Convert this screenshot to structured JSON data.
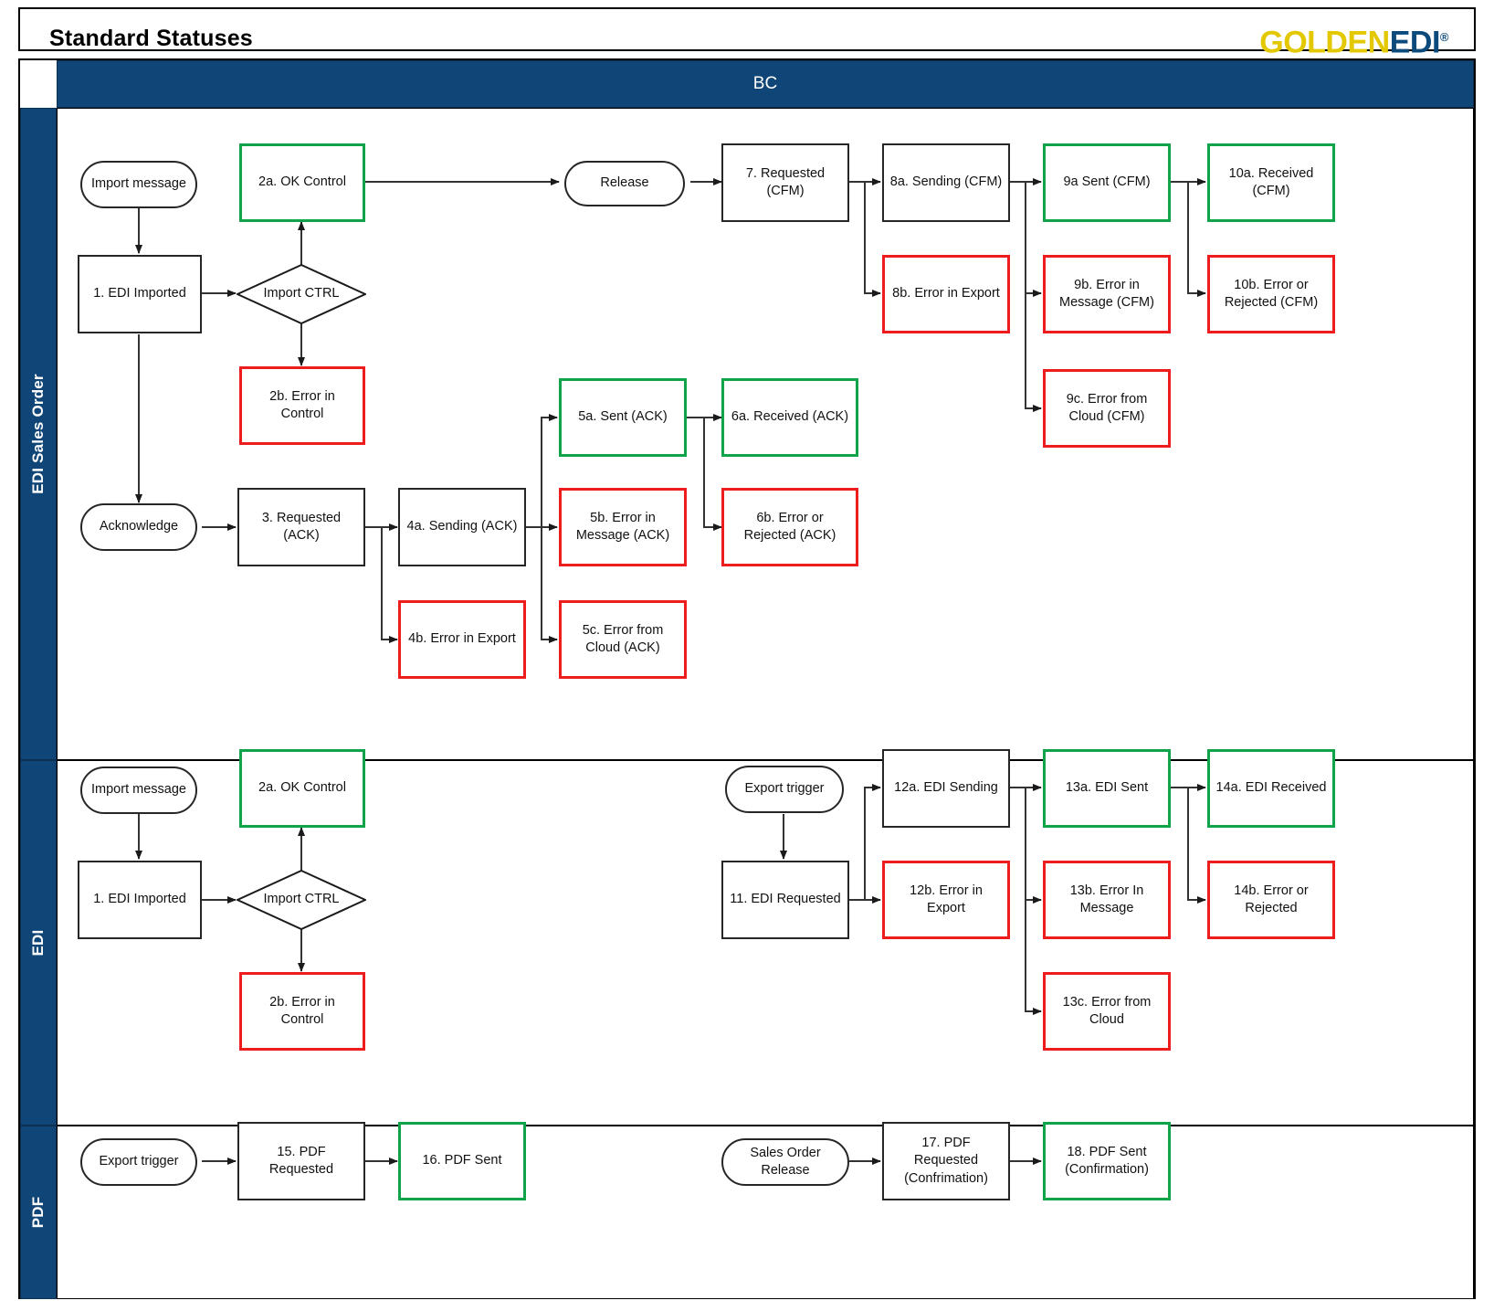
{
  "header": {
    "title": "Standard Statuses",
    "logo": {
      "part1": "GOLDEN",
      "part2": "EDI",
      "trademark": "®"
    }
  },
  "pool": {
    "label": "BC"
  },
  "colors": {
    "lane_blue": "#104577",
    "ok_green": "#0fa44a",
    "error_red": "#ee1c1c",
    "neutral_black": "#262626",
    "brand_gold": "#e3c800",
    "brand_blue": "#0d4a7c"
  },
  "lanes": [
    {
      "id": "edi-sales-order",
      "label": "EDI Sales Order"
    },
    {
      "id": "edi",
      "label": "EDI"
    },
    {
      "id": "pdf",
      "label": "PDF"
    }
  ],
  "nodes": {
    "l1_import_message": "Import message",
    "l1_edi_imported": "1. EDI Imported",
    "l1_import_ctrl": "Import CTRL",
    "l1_ok_control": "2a. OK Control",
    "l1_error_control": "2b. Error in Control",
    "l1_acknowledge": "Acknowledge",
    "l1_requested_ack": "3. Requested (ACK)",
    "l1_sending_ack": "4a. Sending (ACK)",
    "l1_error_export_ack": "4b. Error in Export",
    "l1_sent_ack": "5a. Sent (ACK)",
    "l1_error_message_ack": "5b. Error in Message (ACK)",
    "l1_error_cloud_ack": "5c. Error from Cloud (ACK)",
    "l1_received_ack": "6a. Received (ACK)",
    "l1_error_rejected_ack": "6b. Error or Rejected (ACK)",
    "l1_release": "Release",
    "l1_requested_cfm": "7. Requested (CFM)",
    "l1_sending_cfm": "8a. Sending (CFM)",
    "l1_error_export_cfm": "8b. Error in Export",
    "l1_sent_cfm": "9a Sent (CFM)",
    "l1_error_message_cfm": "9b. Error in Message (CFM)",
    "l1_error_cloud_cfm": "9c. Error from Cloud (CFM)",
    "l1_received_cfm": "10a. Received (CFM)",
    "l1_error_rejected_cfm": "10b. Error or Rejected (CFM)",
    "l2_import_message": "Import message",
    "l2_edi_imported": "1. EDI Imported",
    "l2_import_ctrl": "Import CTRL",
    "l2_ok_control": "2a. OK Control",
    "l2_error_control": "2b. Error in Control",
    "l2_export_trigger": "Export trigger",
    "l2_edi_requested": "11. EDI Requested",
    "l2_edi_sending": "12a. EDI Sending",
    "l2_error_export": "12b. Error in Export",
    "l2_edi_sent": "13a. EDI Sent",
    "l2_error_in_message": "13b. Error In Message",
    "l2_error_from_cloud": "13c. Error from Cloud",
    "l2_edi_received": "14a. EDI Received",
    "l2_error_or_rejected": "14b. Error or Rejected",
    "l3_export_trigger": "Export trigger",
    "l3_pdf_requested": "15. PDF Requested",
    "l3_pdf_sent": "16. PDF Sent",
    "l3_sales_order_release": "Sales Order Release",
    "l3_pdf_requested_cfm": "17. PDF Requested (Confrimation)",
    "l3_pdf_sent_cfm": "18. PDF Sent (Confirmation)"
  }
}
